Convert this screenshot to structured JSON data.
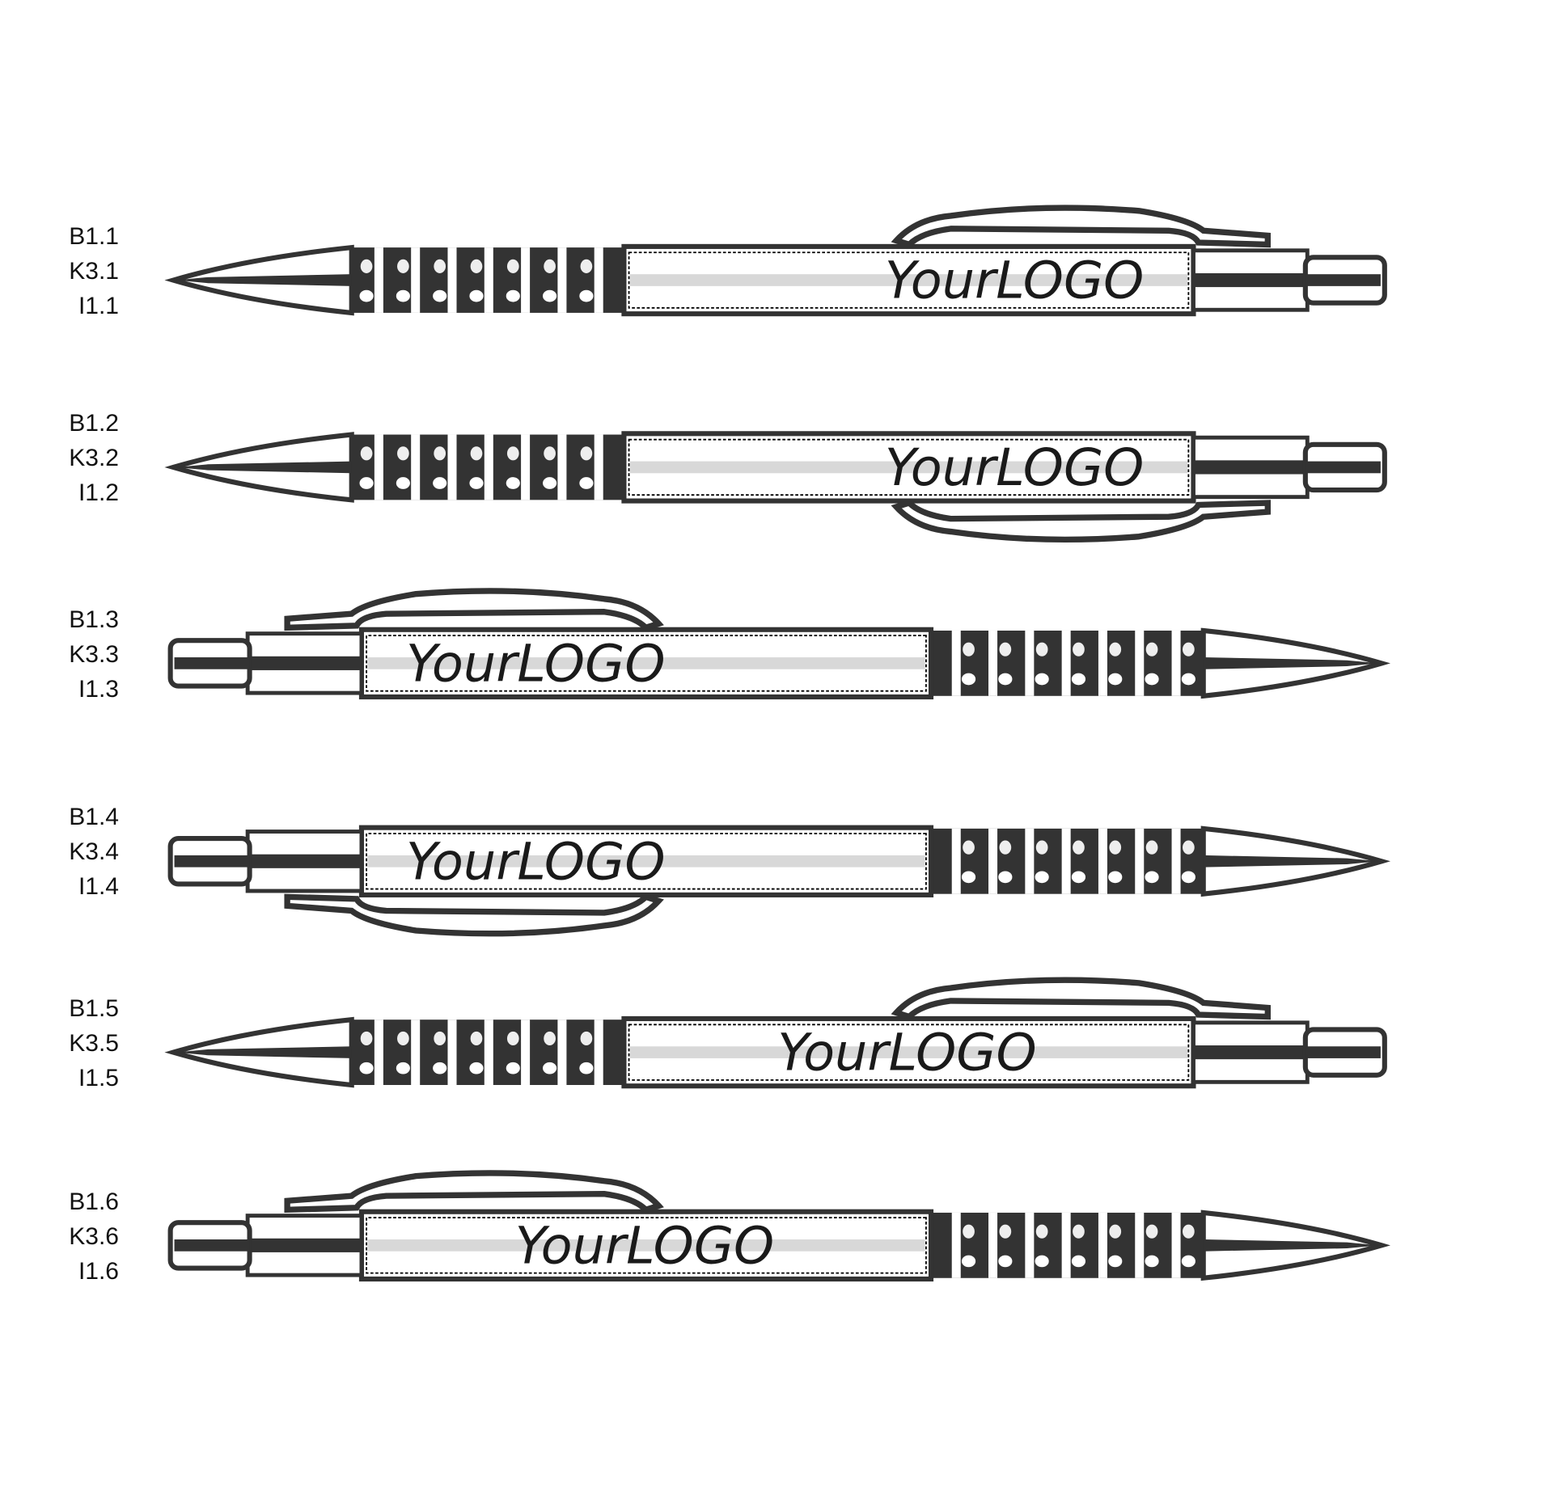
{
  "pens": [
    {
      "codes": [
        "B1.1",
        "K3.1",
        "I1.1"
      ],
      "logo_text": "YourLOGO",
      "tip": "left",
      "clip": "top",
      "logo_align": "right"
    },
    {
      "codes": [
        "B1.2",
        "K3.2",
        "I1.2"
      ],
      "logo_text": "YourLOGO",
      "tip": "left",
      "clip": "bottom",
      "logo_align": "right"
    },
    {
      "codes": [
        "B1.3",
        "K3.3",
        "I1.3"
      ],
      "logo_text": "YourLOGO",
      "tip": "right",
      "clip": "top",
      "logo_align": "left"
    },
    {
      "codes": [
        "B1.4",
        "K3.4",
        "I1.4"
      ],
      "logo_text": "YourLOGO",
      "tip": "right",
      "clip": "bottom",
      "logo_align": "left"
    },
    {
      "codes": [
        "B1.5",
        "K3.5",
        "I1.5"
      ],
      "logo_text": "YourLOGO",
      "tip": "left",
      "clip": "top",
      "logo_align": "center"
    },
    {
      "codes": [
        "B1.6",
        "K3.6",
        "I1.6"
      ],
      "logo_text": "YourLOGO",
      "tip": "right",
      "clip": "top",
      "logo_align": "center"
    }
  ],
  "colors": {
    "ink": "#333333",
    "band": "#d8d8d8"
  }
}
